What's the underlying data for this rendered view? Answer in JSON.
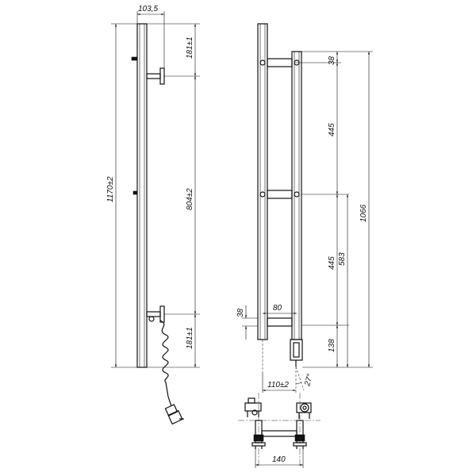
{
  "side_view": {
    "dim_top": "103,5",
    "dim_upper_bracket": "181±1",
    "dim_total_height": "1170±2",
    "dim_center": "804±2",
    "dim_lower_bracket": "181±1"
  },
  "front_view": {
    "dim_top_offset": "38",
    "dim_upper_span": "445",
    "dim_overall": "1066",
    "dim_lower_span": "445",
    "dim_lower_offset": "583",
    "dim_bottom_offset": "38",
    "dim_width_inner": "80",
    "dim_bottom_height": "138",
    "dim_width_total": "110±2",
    "dim_angle": "27°"
  },
  "top_view": {
    "dim_width": "140"
  }
}
